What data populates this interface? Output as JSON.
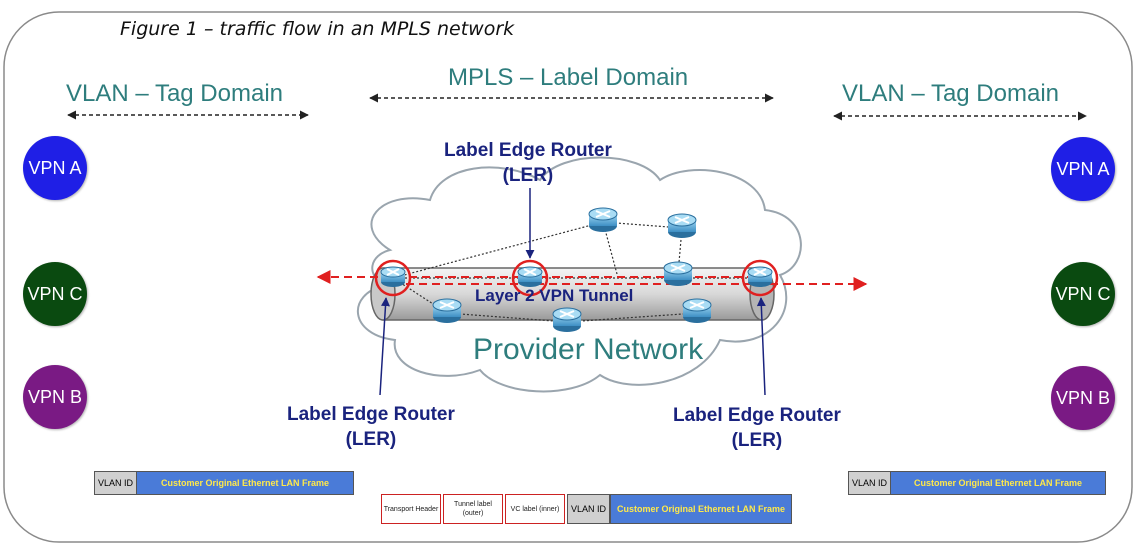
{
  "caption": "Figure 1 – traffic flow in an MPLS network",
  "domains": {
    "left": "VLAN – Tag Domain",
    "center": "MPLS – Label Domain",
    "right": "VLAN – Tag Domain"
  },
  "vpns": {
    "a": "VPN A",
    "c": "VPN C",
    "b": "VPN B"
  },
  "colors": {
    "vpn_a": "#1f1fe6",
    "vpn_c": "#0a4a10",
    "vpn_b": "#7a1a84"
  },
  "ler": {
    "title": "Label Edge Router",
    "abbr": "(LER)"
  },
  "tunnel_label": "Layer 2 VPN Tunnel",
  "provider_label": "Provider Network",
  "frames": {
    "vlan_id": "VLAN ID",
    "customer_frame": "Customer Original Ethernet LAN Frame",
    "transport_header": "Transport Header",
    "tunnel_label": "Tunnel label (outer)",
    "vc_label": "VC label (inner)"
  }
}
